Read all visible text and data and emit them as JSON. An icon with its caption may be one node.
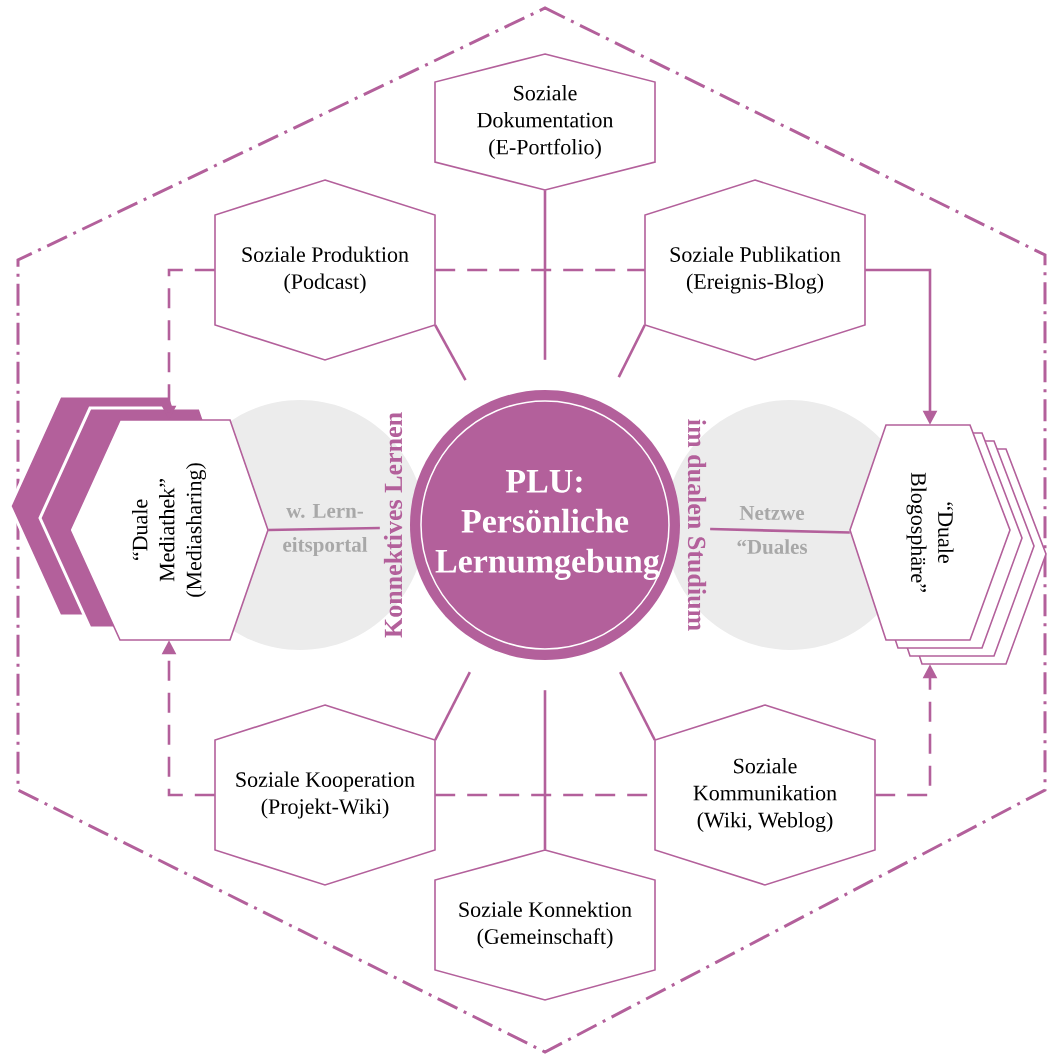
{
  "diagram": {
    "nodes": [
      {
        "text": [
          "PLU: Persönliche Lernumgebung"
        ],
        "beside": [
          "Konnektives Lernen",
          "im dualen Studium"
        ]
      },
      {
        "text": [
          "Soziale Dokumentation (E-Portfolio)"
        ]
      },
      {
        "text": [
          "Soziale Produktion (Podcast)"
        ]
      },
      {
        "text": [
          "Soziale Publikation (Ereignis-Blog)"
        ]
      },
      {
        "text": [
          "“Duale Mediathek” (Mediasharing)"
        ]
      },
      {
        "text": [
          "“Duale Blogosphäre”"
        ]
      },
      {
        "text": [
          "Soziale Kooperation (Projekt-Wiki)"
        ]
      },
      {
        "text": [
          "Soziale Kommunikation (Wiki, Weblog)"
        ]
      },
      {
        "text": [
          "Soziale Konnektion (Gemeinschaft)"
        ]
      }
    ],
    "labels": [
      "w. Lern- eitsportal",
      "Netzwe “Duales"
    ],
    "edges": [
      {
        "from": 0,
        "to": 1,
        "arrow": "none"
      },
      {
        "from": 0,
        "to": 2,
        "arrow": "none"
      },
      {
        "from": 0,
        "to": 3,
        "arrow": "none"
      },
      {
        "from": 0,
        "to": 4,
        "arrow": "none"
      },
      {
        "from": 0,
        "to": 5,
        "arrow": "none"
      },
      {
        "from": 0,
        "to": 6,
        "arrow": "none"
      },
      {
        "from": 0,
        "to": 7,
        "arrow": "none"
      },
      {
        "from": 0,
        "to": 8,
        "arrow": "none"
      },
      {
        "from": 2,
        "to": 4,
        "arrow": "to",
        "style": "dashed"
      },
      {
        "from": 2,
        "to": 3,
        "arrow": "none",
        "style": "dashed"
      },
      {
        "from": 3,
        "to": 5,
        "arrow": "to"
      },
      {
        "from": 6,
        "to": 4,
        "arrow": "to",
        "style": "dashed"
      },
      {
        "from": 6,
        "to": 7,
        "arrow": "none",
        "style": "dashed"
      },
      {
        "from": 7,
        "to": 5,
        "arrow": "to",
        "style": "dashed"
      }
    ]
  }
}
